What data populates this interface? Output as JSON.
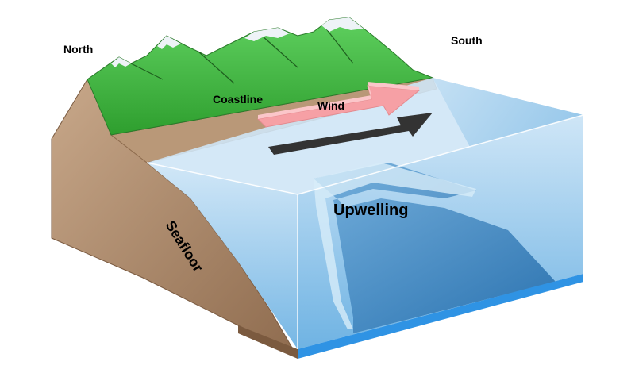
{
  "labels": {
    "north": "North",
    "south": "South",
    "coastline": "Coastline",
    "wind": "Wind",
    "upwelling": "Upwelling",
    "seafloor": "Seafloor"
  },
  "colors": {
    "mountain_green": "#3cb83c",
    "mountain_shadow": "#2f9a2f",
    "snow": "#f2f6fa",
    "land_brown": "#9c7b5e",
    "land_brown_light": "#c2a284",
    "water_surface": "#c8e2f4",
    "water_front": "#7fbde6",
    "water_deep": "#1f72b3",
    "wind_arrow": "#f7a3a7",
    "current_arrow": "#333333",
    "base_blue": "#2b8fe0"
  }
}
